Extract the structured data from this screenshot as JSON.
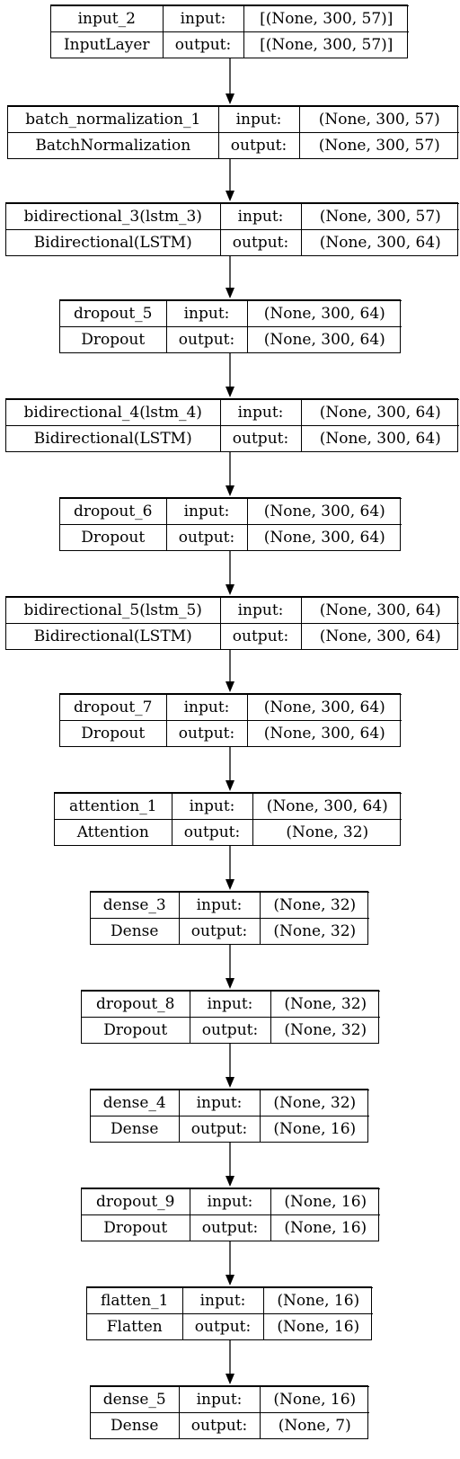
{
  "layers": [
    {
      "name": "input_2",
      "type": "InputLayer",
      "input": "[(None, 300, 57)]",
      "output": "[(None, 300, 57)]"
    },
    {
      "name": "batch_normalization_1",
      "type": "BatchNormalization",
      "input": "(None, 300, 57)",
      "output": "(None, 300, 57)"
    },
    {
      "name": "bidirectional_3(lstm_3)",
      "type": "Bidirectional(LSTM)",
      "input": "(None, 300, 57)",
      "output": "(None, 300, 64)"
    },
    {
      "name": "dropout_5",
      "type": "Dropout",
      "input": "(None, 300, 64)",
      "output": "(None, 300, 64)"
    },
    {
      "name": "bidirectional_4(lstm_4)",
      "type": "Bidirectional(LSTM)",
      "input": "(None, 300, 64)",
      "output": "(None, 300, 64)"
    },
    {
      "name": "dropout_6",
      "type": "Dropout",
      "input": "(None, 300, 64)",
      "output": "(None, 300, 64)"
    },
    {
      "name": "bidirectional_5(lstm_5)",
      "type": "Bidirectional(LSTM)",
      "input": "(None, 300, 64)",
      "output": "(None, 300, 64)"
    },
    {
      "name": "dropout_7",
      "type": "Dropout",
      "input": "(None, 300, 64)",
      "output": "(None, 300, 64)"
    },
    {
      "name": "attention_1",
      "type": "Attention",
      "input": "(None, 300, 64)",
      "output": "(None, 32)"
    },
    {
      "name": "dense_3",
      "type": "Dense",
      "input": "(None, 32)",
      "output": "(None, 32)"
    },
    {
      "name": "dropout_8",
      "type": "Dropout",
      "input": "(None, 32)",
      "output": "(None, 32)"
    },
    {
      "name": "dense_4",
      "type": "Dense",
      "input": "(None, 32)",
      "output": "(None, 16)"
    },
    {
      "name": "dropout_9",
      "type": "Dropout",
      "input": "(None, 16)",
      "output": "(None, 16)"
    },
    {
      "name": "flatten_1",
      "type": "Flatten",
      "input": "(None, 16)",
      "output": "(None, 16)"
    },
    {
      "name": "dense_5",
      "type": "Dense",
      "input": "(None, 16)",
      "output": "(None, 7)"
    }
  ],
  "labels": {
    "input": "input:",
    "output": "output:"
  }
}
